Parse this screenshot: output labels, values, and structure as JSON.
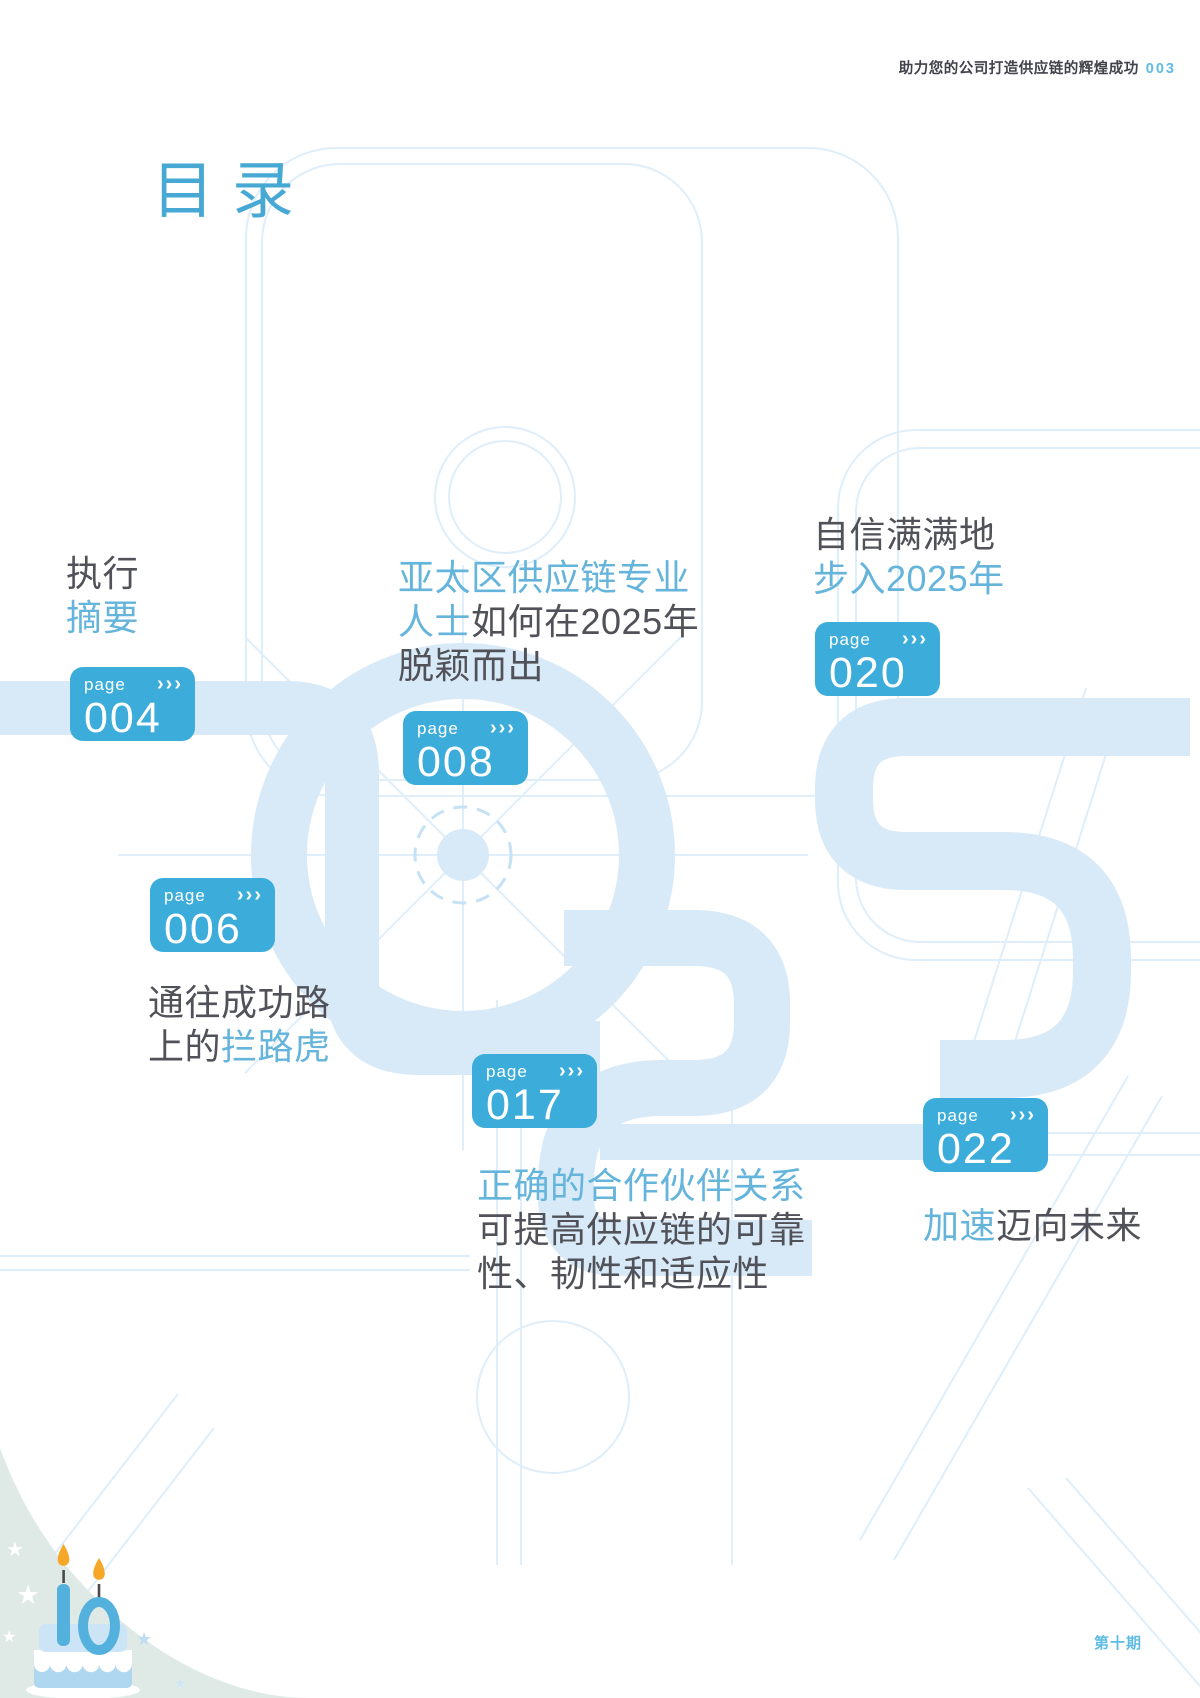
{
  "header": {
    "title": "助力您的公司打造供应链的辉煌成功",
    "page_number": "003"
  },
  "page_title": "目录",
  "badge": {
    "label": "page",
    "chevrons": "›››"
  },
  "entries": [
    {
      "page": "004",
      "lines": [
        [
          {
            "text": "执行",
            "tone": "dark"
          }
        ],
        [
          {
            "text": "摘要",
            "tone": "blue"
          }
        ]
      ]
    },
    {
      "page": "008",
      "lines": [
        [
          {
            "text": "亚太区供应链专业",
            "tone": "blue"
          }
        ],
        [
          {
            "text": "人士",
            "tone": "blue"
          },
          {
            "text": "如何在2025年",
            "tone": "dark"
          }
        ],
        [
          {
            "text": "脱颖而出",
            "tone": "dark"
          }
        ]
      ]
    },
    {
      "page": "020",
      "lines": [
        [
          {
            "text": "自信满满地",
            "tone": "dark"
          }
        ],
        [
          {
            "text": "步入2025年",
            "tone": "blue"
          }
        ]
      ]
    },
    {
      "page": "006",
      "lines": [
        [
          {
            "text": "通往成功路",
            "tone": "dark"
          }
        ],
        [
          {
            "text": "上的",
            "tone": "dark"
          },
          {
            "text": "拦路虎",
            "tone": "blue"
          }
        ]
      ]
    },
    {
      "page": "017",
      "lines": [
        [
          {
            "text": "正确的合作伙伴关系",
            "tone": "blue"
          }
        ],
        [
          {
            "text": "可提高供应链的可靠",
            "tone": "dark"
          }
        ],
        [
          {
            "text": "性、韧性和适应性",
            "tone": "dark"
          }
        ]
      ]
    },
    {
      "page": "022",
      "lines": [
        [
          {
            "text": "加速",
            "tone": "blue"
          },
          {
            "text": "迈向未来",
            "tone": "dark"
          }
        ]
      ]
    }
  ],
  "footer": {
    "issue": "第十期"
  },
  "anniversary": {
    "number": "10"
  },
  "icons": {
    "star": "★"
  },
  "colors": {
    "accent": "#3CACDA",
    "link_blue": "#64B4DB",
    "title_blue": "#46A8D3",
    "dark_text": "#515259",
    "watermark_blue": "#D8EAF7",
    "swoosh_green": "#DFEAE6",
    "flame_orange": "#F7A728"
  }
}
